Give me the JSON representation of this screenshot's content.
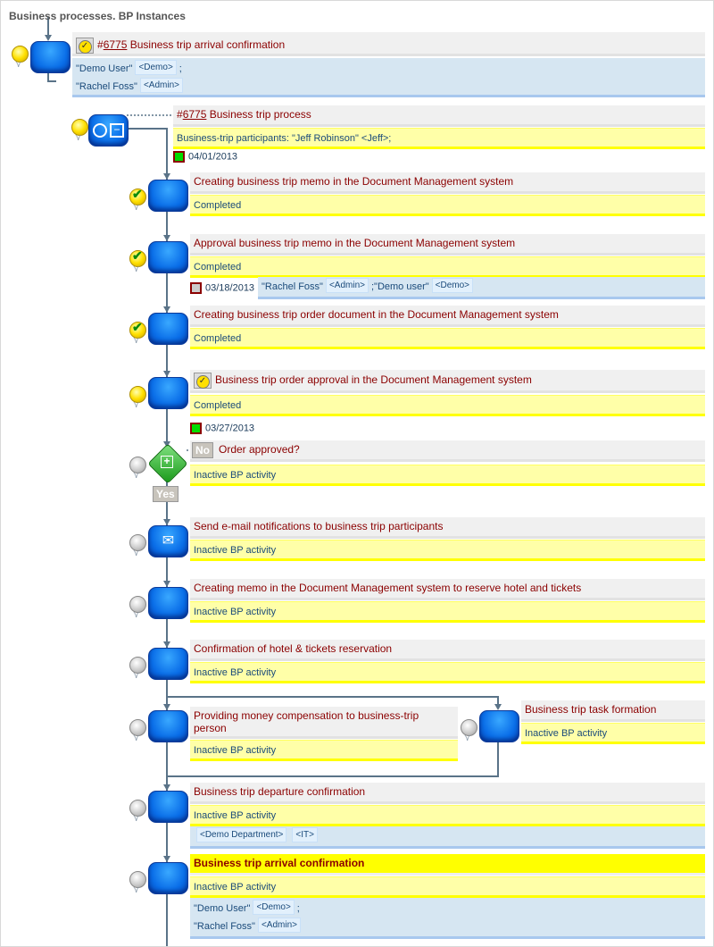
{
  "header": {
    "title": "Business processes. BP Instances"
  },
  "instance": {
    "hash": "#",
    "id": "6775",
    "title": "Business trip arrival confirmation",
    "participants": [
      {
        "name": "\"Demo User\"",
        "role": "<Demo>",
        "sep": ";"
      },
      {
        "name": "\"Rachel Foss\"",
        "role": "<Admin>",
        "sep": ""
      }
    ]
  },
  "process": {
    "hash": "#",
    "id": "6775",
    "title": "Business trip process",
    "participants": "Business-trip participants: \"Jeff Robinson\" <Jeff>;",
    "date": "04/01/2013"
  },
  "activities": [
    {
      "title": "Creating business trip memo in the Document Management system",
      "status": "Completed",
      "state": "done"
    },
    {
      "title": "Approval business trip memo in the Document Management system",
      "status": "Completed",
      "state": "done",
      "date": "03/18/2013",
      "participants": [
        {
          "name": "\"Rachel Foss\"",
          "role": "<Admin>",
          "sep": ";"
        },
        {
          "name": "\"Demo user\"",
          "role": "<Demo>",
          "sep": ""
        }
      ]
    },
    {
      "title": "Creating business trip order document in the Document Management system",
      "status": "Completed",
      "state": "done"
    },
    {
      "title": "Business trip order approval in the Document Management system",
      "status": "Completed",
      "state": "active",
      "check_button": true,
      "date": "03/27/2013"
    },
    {
      "title": "Order approved?",
      "status": "Inactive BP activity",
      "state": "inactive",
      "gateway": true,
      "no_label": "No",
      "yes_label": "Yes"
    },
    {
      "title": "Send e-mail notifications to business trip participants",
      "status": "Inactive BP activity",
      "state": "inactive",
      "icon": "envelope-icon"
    },
    {
      "title": "Creating memo in the Document Management system to reserve hotel and tickets",
      "status": "Inactive BP activity",
      "state": "inactive"
    },
    {
      "title": "Confirmation of hotel & tickets reservation",
      "status": "Inactive BP activity",
      "state": "inactive"
    },
    {
      "title": "Providing money compensation to business-trip person",
      "status": "Inactive BP activity",
      "state": "inactive"
    },
    {
      "title": "Business trip task formation",
      "status": "Inactive BP activity",
      "state": "inactive"
    },
    {
      "title": "Business trip departure confirmation",
      "status": "Inactive BP activity",
      "state": "inactive",
      "participants": [
        {
          "name": "",
          "role": "<Demo Department>",
          "sep": ""
        },
        {
          "name": "",
          "role": "<IT>",
          "sep": ""
        }
      ]
    },
    {
      "title": "Business trip arrival confirmation",
      "status": "Inactive BP activity",
      "state": "inactive",
      "highlight": true,
      "participants_multiline": [
        {
          "name": "\"Demo User\"",
          "role": "<Demo>",
          "sep": ";"
        },
        {
          "name": "\"Rachel Foss\"",
          "role": "<Admin>",
          "sep": ""
        }
      ]
    }
  ]
}
